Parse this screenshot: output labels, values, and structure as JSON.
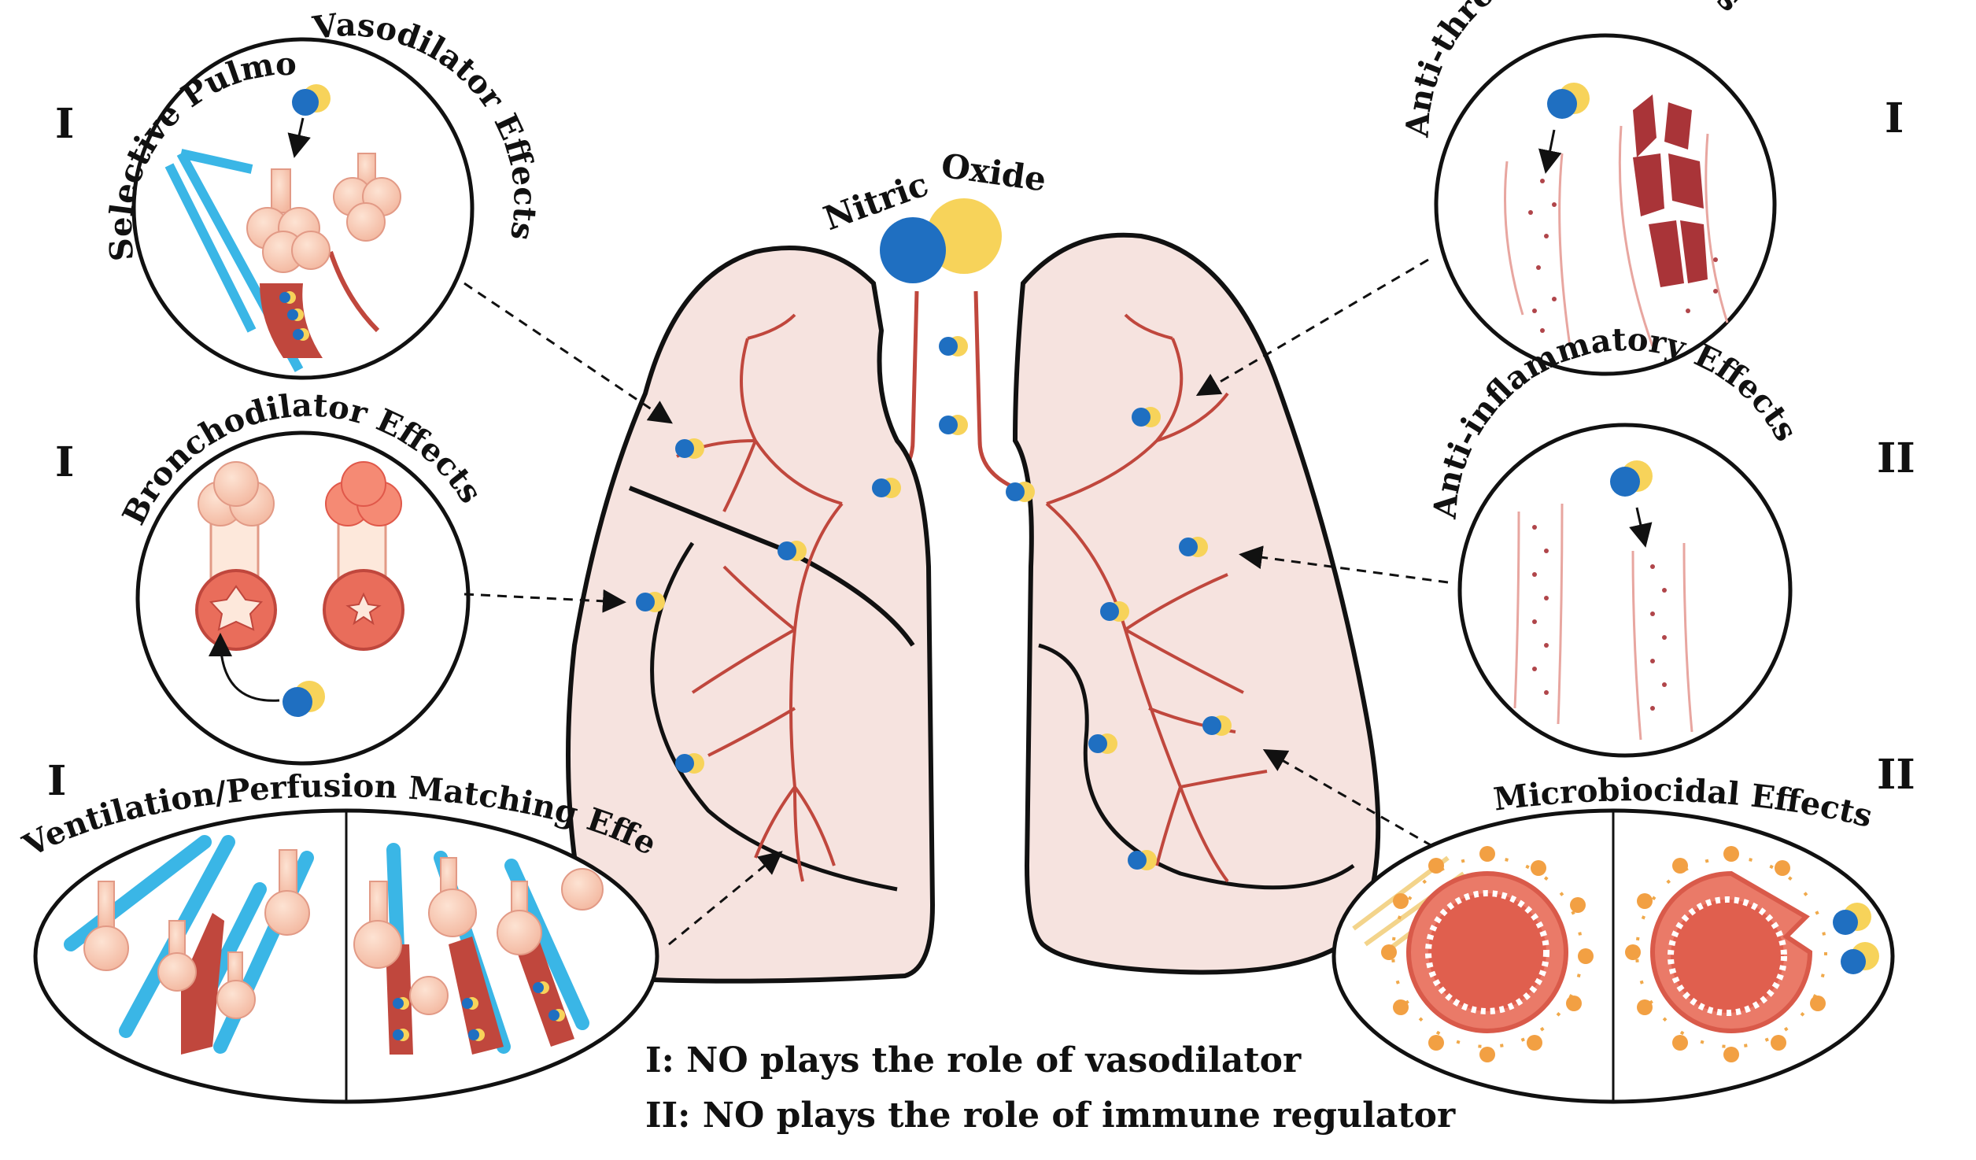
{
  "center": {
    "top_label_1": "Nitric",
    "top_label_2": "Oxide"
  },
  "panels": {
    "selective_pulmonary": {
      "roman": "I",
      "title_1": "Selective Pulmonary",
      "title_2": "Vasodilator Effects"
    },
    "bronchodilator": {
      "roman": "I",
      "title": "Bronchodilator Effects"
    },
    "ventilation": {
      "roman": "I",
      "title": "Ventilation/Perfusion Matching Effects"
    },
    "antithrombotic": {
      "roman": "I",
      "title": "Anti-thrombotic Effects"
    },
    "antiinflammatory": {
      "roman": "II",
      "title": "Anti-inflammatory Effects"
    },
    "microbiocidal": {
      "roman": "II",
      "title": "Microbiocidal Effects"
    }
  },
  "legend": {
    "line_1": "I: NO plays the role of vasodilator",
    "line_2": "II: NO plays the role of immune regulator"
  },
  "colors": {
    "no_blue": "#1f6fc1",
    "no_yellow": "#f7d35a",
    "vessel_red": "#c0473d",
    "airway_blue": "#3ab6e6",
    "lung_fill": "#f6e3df",
    "alveoli": "#f8cdb8"
  }
}
